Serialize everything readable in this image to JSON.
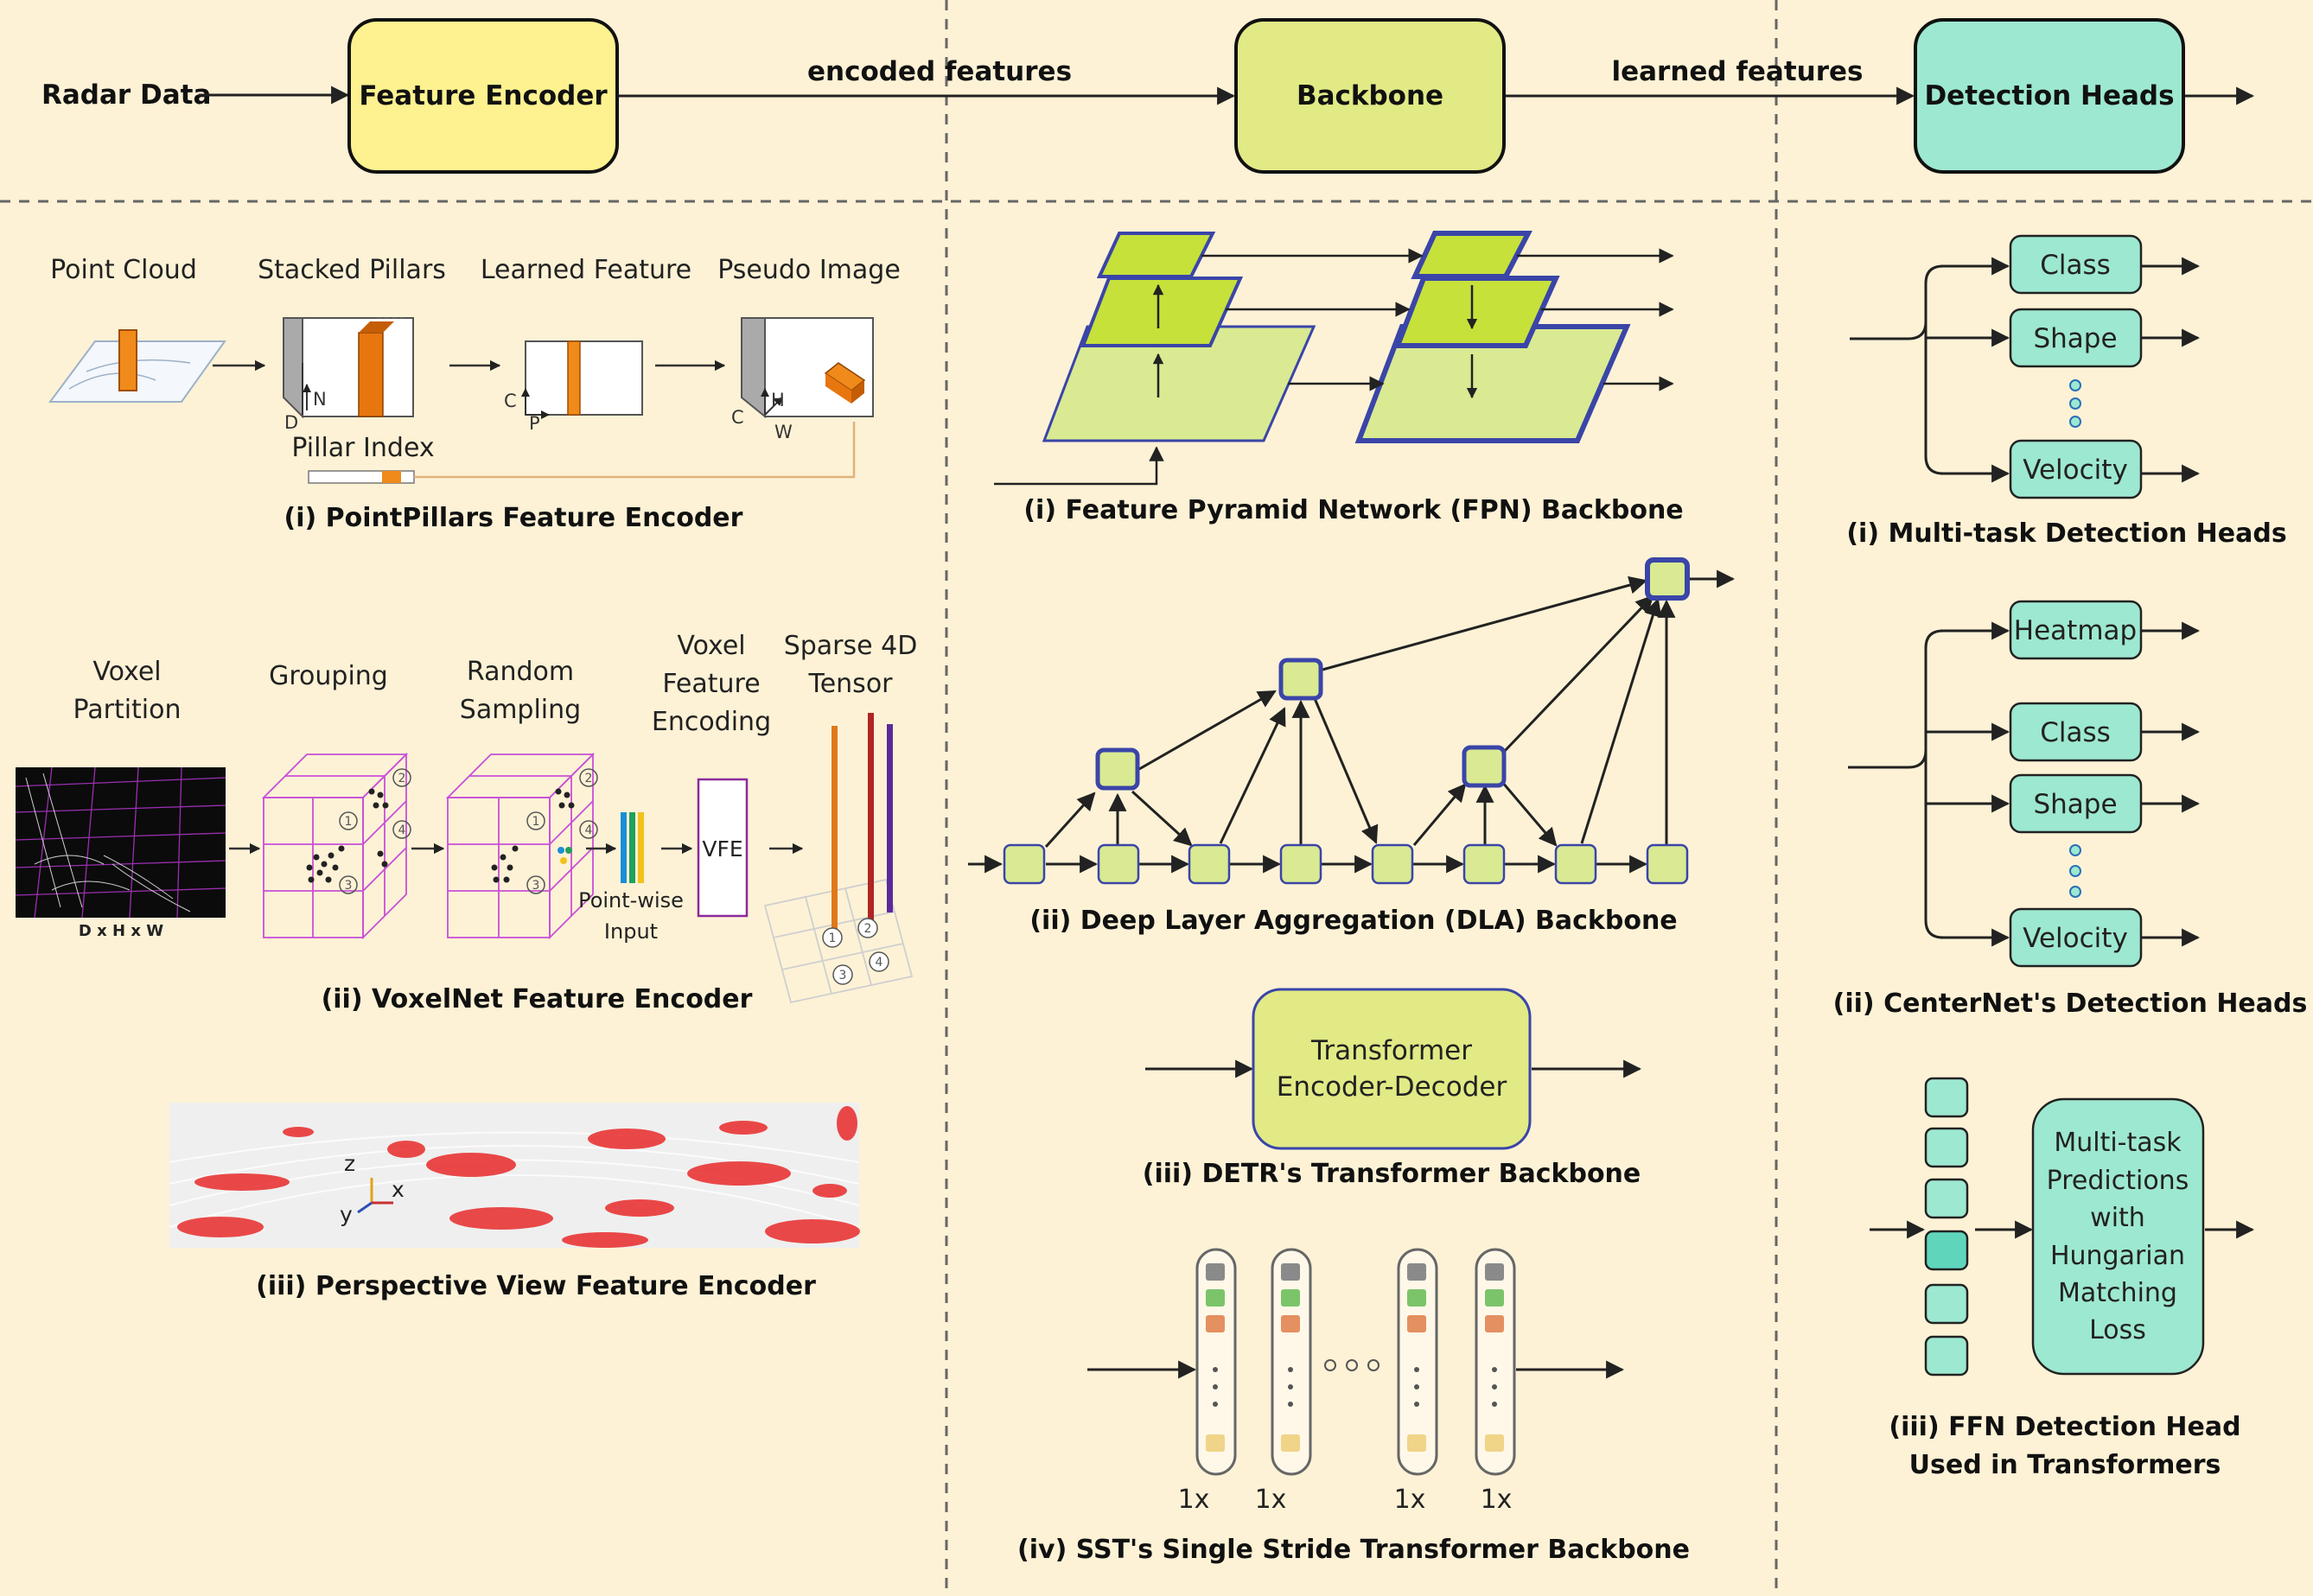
{
  "pipeline": {
    "input": "Radar Data",
    "encoder": "Feature Encoder",
    "edge1": "encoded features",
    "backbone": "Backbone",
    "edge2": "learned features",
    "heads": "Detection Heads"
  },
  "encoders": {
    "pointpillars": {
      "steps": [
        "Point Cloud",
        "Stacked Pillars",
        "Learned Feature",
        "Pseudo Image"
      ],
      "pillar_index": "Pillar Index",
      "axes": {
        "d": "D",
        "n": "N",
        "c1": "C",
        "p": "P",
        "c2": "C",
        "h": "H",
        "w": "W"
      },
      "caption": "(i) PointPillars Feature Encoder"
    },
    "voxelnet": {
      "step1": [
        "Voxel",
        "Partition"
      ],
      "step2": "Grouping",
      "step3": [
        "Random",
        "Sampling"
      ],
      "step4": [
        "Voxel",
        "Feature",
        "Encoding"
      ],
      "step5": [
        "Sparse 4D",
        "Tensor"
      ],
      "dims": "D x H x W",
      "vfe": "VFE",
      "pointwise": [
        "Point-wise",
        "Input"
      ],
      "circle_numbers": [
        "1",
        "2",
        "3",
        "4"
      ],
      "caption": "(ii) VoxelNet Feature Encoder"
    },
    "perspective": {
      "axes": {
        "z": "z",
        "x": "x",
        "y": "y"
      },
      "caption": "(iii) Perspective View Feature Encoder"
    }
  },
  "backbones": {
    "fpn": {
      "caption": "(i) Feature Pyramid Network (FPN) Backbone"
    },
    "dla": {
      "caption": "(ii) Deep Layer Aggregation (DLA) Backbone"
    },
    "detr": {
      "box": [
        "Transformer",
        "Encoder-Decoder"
      ],
      "caption": "(iii) DETR's Transformer Backbone"
    },
    "sst": {
      "repeat_labels": [
        "1x",
        "1x",
        "1x",
        "1x"
      ],
      "caption": "(iv) SST's Single Stride Transformer Backbone"
    }
  },
  "heads": {
    "multitask": {
      "items": [
        "Class",
        "Shape",
        "Velocity"
      ],
      "caption": "(i) Multi-task Detection Heads"
    },
    "centernet": {
      "items": [
        "Heatmap",
        "Class",
        "Shape",
        "Velocity"
      ],
      "caption": "(ii) CenterNet's Detection Heads"
    },
    "ffn": {
      "box": [
        "Multi-task",
        "Predictions",
        "with",
        "Hungarian",
        "Matching",
        "Loss"
      ],
      "caption": [
        "(iii) FFN Detection Head",
        "Used in Transformers"
      ]
    }
  },
  "colors": {
    "background": "#fdf2d6",
    "encoder": "#fdf28f",
    "backbone": "#e1ea85",
    "heads": "#9de8d0",
    "fpn_fill": "#d9ea92",
    "fpn_bright": "#c6e13a",
    "fpn_border": "#3a45a8",
    "orange": "#f08a1a",
    "purple": "#c84fd8"
  }
}
